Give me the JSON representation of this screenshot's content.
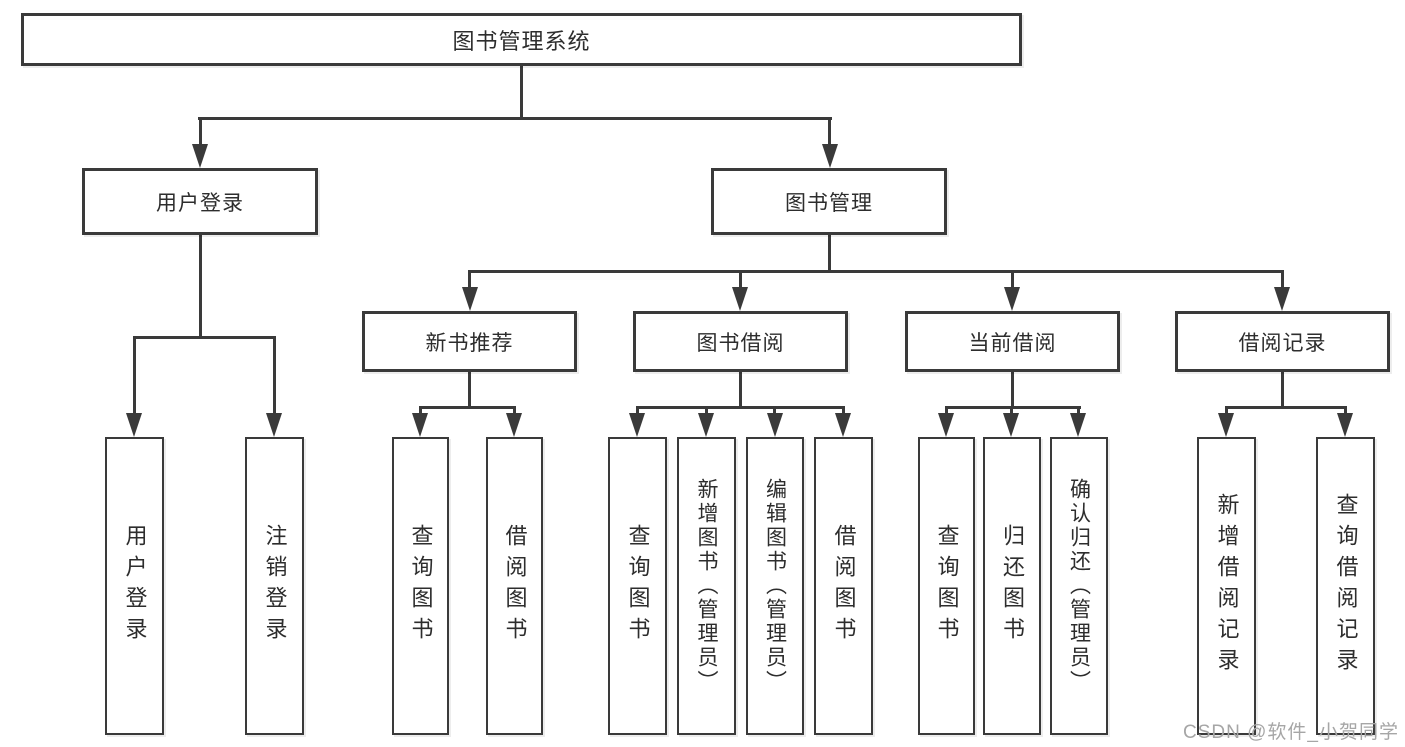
{
  "diagram_title": "图书管理系统",
  "tree": {
    "label": "图书管理系统",
    "children": [
      {
        "label": "用户登录",
        "children": [
          {
            "label": "用户登录"
          },
          {
            "label": "注销登录"
          }
        ]
      },
      {
        "label": "图书管理",
        "children": [
          {
            "label": "新书推荐",
            "children": [
              {
                "label": "查询图书"
              },
              {
                "label": "借阅图书"
              }
            ]
          },
          {
            "label": "图书借阅",
            "children": [
              {
                "label": "查询图书"
              },
              {
                "label": "新增图书（管理员）"
              },
              {
                "label": "编辑图书（管理员）"
              },
              {
                "label": "借阅图书"
              }
            ]
          },
          {
            "label": "当前借阅",
            "children": [
              {
                "label": "查询图书"
              },
              {
                "label": "归还图书"
              },
              {
                "label": "确认归还（管理员）"
              }
            ]
          },
          {
            "label": "借阅记录",
            "children": [
              {
                "label": "新增借阅记录"
              },
              {
                "label": "查询借阅记录"
              }
            ]
          }
        ]
      }
    ]
  },
  "watermark": {
    "text": "CSDN @软件_小贺同学"
  },
  "colors": {
    "line": "#3a3a3a",
    "border": "#3a3a3a",
    "fill": "#ffffff",
    "text": "#2d2d2d",
    "watermark": "#a6a6a6",
    "background": "#ffffff"
  }
}
